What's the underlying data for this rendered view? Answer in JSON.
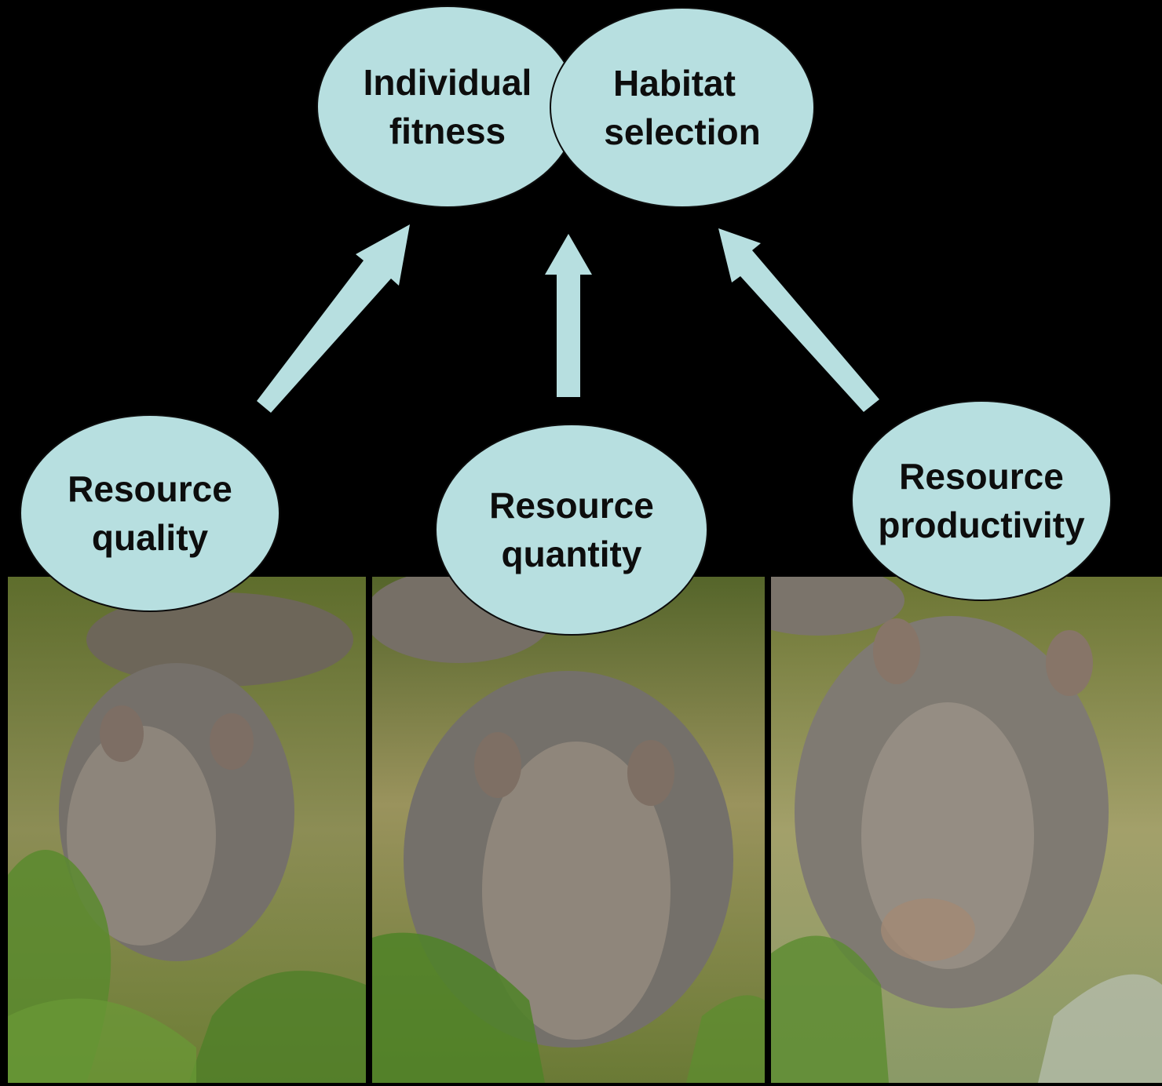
{
  "diagram": {
    "top_nodes": [
      {
        "line1": "Individual",
        "line2": "fitness"
      },
      {
        "line1": "Habitat",
        "line2": "selection"
      }
    ],
    "bottom_nodes": [
      {
        "line1": "Resource",
        "line2": "quality"
      },
      {
        "line1": "Resource",
        "line2": "quantity"
      },
      {
        "line1": "Resource",
        "line2": "productivity"
      }
    ],
    "photos": [
      {
        "subject": "black rhinoceros in grassland"
      },
      {
        "subject": "black rhinoceros in grassland"
      },
      {
        "subject": "black rhinoceros in grassland"
      }
    ],
    "colors": {
      "background": "#000000",
      "node_fill": "#b7dfe0",
      "arrow_fill": "#b7dfe0",
      "text": "#0d0d0d"
    }
  }
}
